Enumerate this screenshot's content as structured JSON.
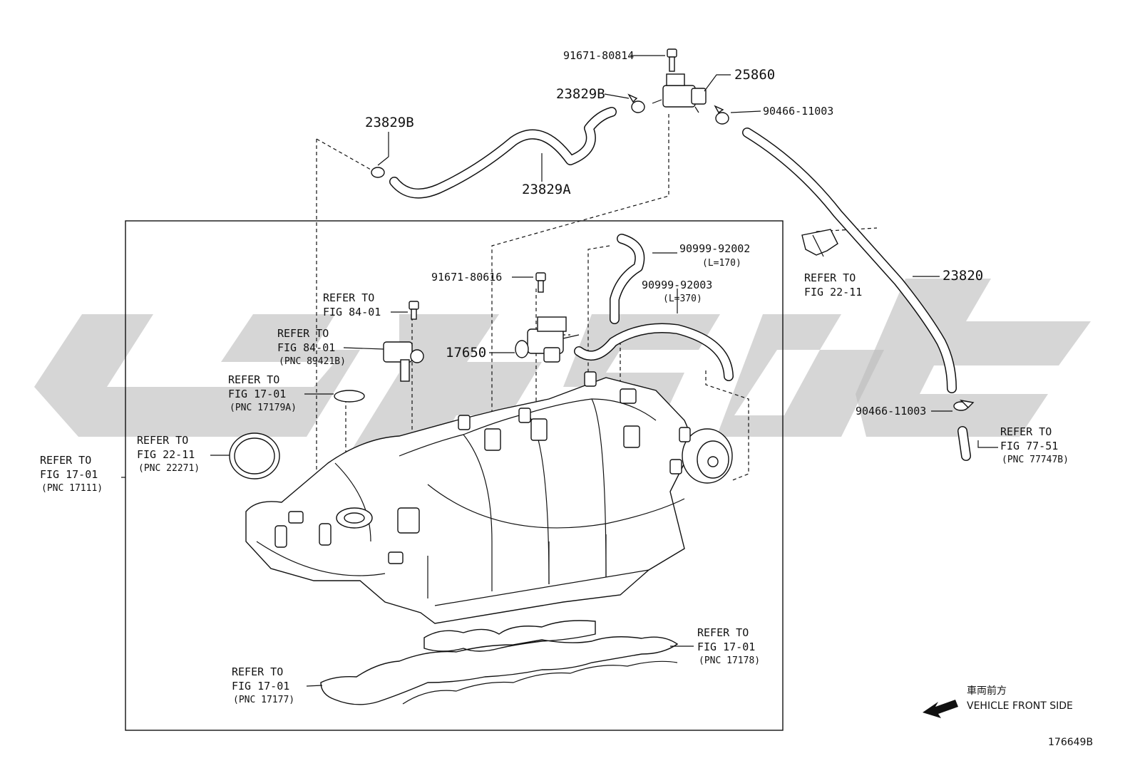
{
  "diagram": {
    "figure_id": "176649B",
    "direction": {
      "label_jp": "車両前方",
      "label_en": "VEHICLE FRONT SIDE"
    },
    "parts": {
      "p91671_80814": "91671-80814",
      "p25860": "25860",
      "p23829B_top": "23829B",
      "p90466_11003_top": "90466-11003",
      "p23829B_left": "23829B",
      "p23829A": "23829A",
      "p90999_92002": "90999-92002",
      "p90999_92002_len": "(L=170)",
      "p91671_80616": "91671-80616",
      "p90999_92003": "90999-92003",
      "p90999_92003_len": "(L=370)",
      "p17650": "17650",
      "p23820": "23820",
      "p90466_11003_right": "90466-11003"
    },
    "refs": {
      "r84_top": {
        "l1": "REFER TO",
        "l2": "FIG 84-01"
      },
      "r84_pnc": {
        "l1": "REFER TO",
        "l2": "FIG 84-01",
        "pnc": "(PNC 89421B)"
      },
      "r17_01_a": {
        "l1": "REFER TO",
        "l2": "FIG 17-01",
        "pnc": "(PNC 17179A)"
      },
      "r22_11_a": {
        "l1": "REFER TO",
        "l2": "FIG 22-11",
        "pnc": "(PNC 22271)"
      },
      "r17_01_out": {
        "l1": "REFER TO",
        "l2": "FIG 17-01",
        "pnc": "(PNC 17111)"
      },
      "r22_11_b": {
        "l1": "REFER TO",
        "l2": "FIG 22-11"
      },
      "r77_51": {
        "l1": "REFER TO",
        "l2": "FIG 77-51",
        "pnc": "(PNC 77747B)"
      },
      "r17_01_178": {
        "l1": "REFER TO",
        "l2": "FIG 17-01",
        "pnc": "(PNC 17178)"
      },
      "r17_01_177": {
        "l1": "REFER TO",
        "l2": "FIG 17-01",
        "pnc": "(PNC 17177)"
      }
    }
  }
}
